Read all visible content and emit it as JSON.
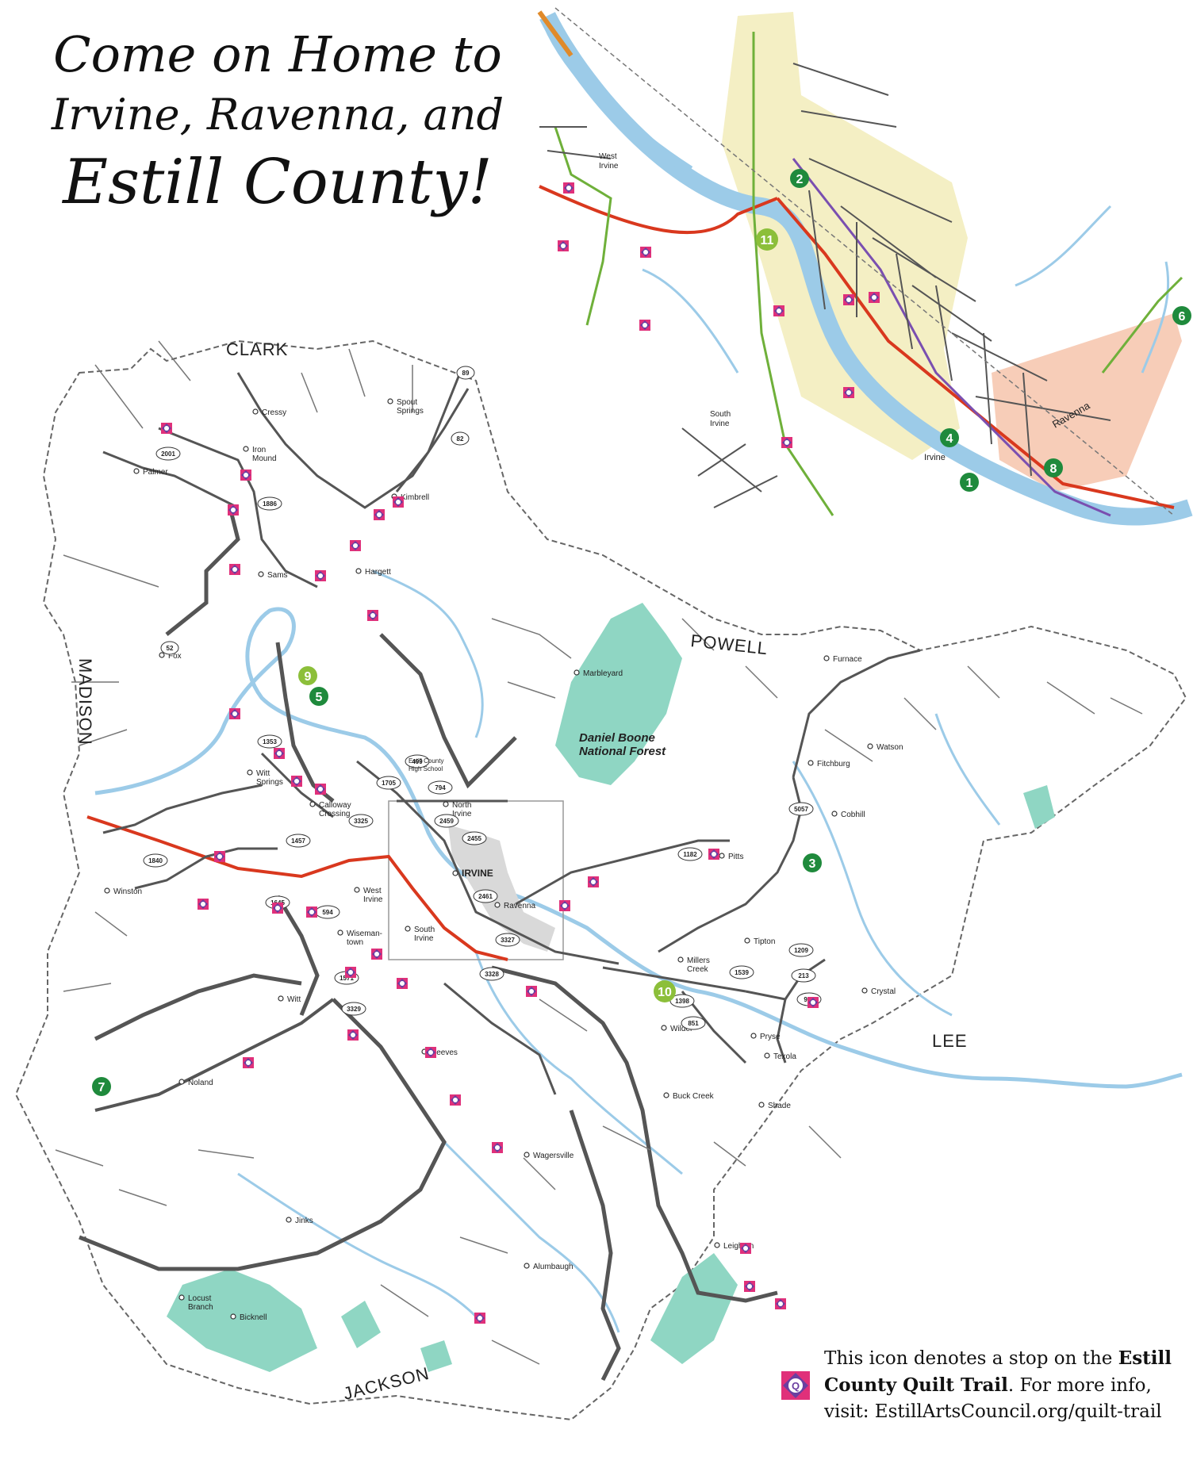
{
  "headline": {
    "line1": "Come on Home to",
    "line2": "Irvine, Ravenna, and",
    "line3": "Estill County!"
  },
  "counties": {
    "clark": "CLARK",
    "madison": "MADISON",
    "powell": "POWELL",
    "lee": "LEE",
    "jackson": "JACKSON"
  },
  "places": [
    {
      "id": "cressy",
      "name": "Cressy"
    },
    {
      "id": "iron-mound",
      "name": "Iron\nMound"
    },
    {
      "id": "palmer",
      "name": "Palmer"
    },
    {
      "id": "kimbrell",
      "name": "Kimbrell"
    },
    {
      "id": "spout-springs",
      "name": "Spout\nSprings"
    },
    {
      "id": "sams",
      "name": "Sams"
    },
    {
      "id": "hargett",
      "name": "Hargett"
    },
    {
      "id": "fox",
      "name": "Fox"
    },
    {
      "id": "marbleyard",
      "name": "Marbleyard"
    },
    {
      "id": "furnace",
      "name": "Furnace"
    },
    {
      "id": "watson",
      "name": "Watson"
    },
    {
      "id": "fitchburg",
      "name": "Fitchburg"
    },
    {
      "id": "cobhill",
      "name": "Cobhill"
    },
    {
      "id": "witt-springs",
      "name": "Witt\nSprings"
    },
    {
      "id": "calloway-crossing",
      "name": "Calloway\nCrossing"
    },
    {
      "id": "north-irvine",
      "name": "North\nIrvine"
    },
    {
      "id": "irvine",
      "name": "IRVINE"
    },
    {
      "id": "ravenna",
      "name": "Ravenna"
    },
    {
      "id": "pitts",
      "name": "Pitts"
    },
    {
      "id": "winston",
      "name": "Winston"
    },
    {
      "id": "west-irvine",
      "name": "West\nIrvine"
    },
    {
      "id": "wisemantown",
      "name": "Wiseman-\ntown"
    },
    {
      "id": "south-irvine",
      "name": "South\nIrvine"
    },
    {
      "id": "tipton",
      "name": "Tipton"
    },
    {
      "id": "millers-creek",
      "name": "Millers\nCreek"
    },
    {
      "id": "crystal",
      "name": "Crystal"
    },
    {
      "id": "witt",
      "name": "Witt"
    },
    {
      "id": "wilder",
      "name": "Wilder"
    },
    {
      "id": "pryse",
      "name": "Pryse"
    },
    {
      "id": "texola",
      "name": "Texola"
    },
    {
      "id": "reeves",
      "name": "Reeves"
    },
    {
      "id": "noland",
      "name": "Noland"
    },
    {
      "id": "buck-creek",
      "name": "Buck Creek"
    },
    {
      "id": "shade",
      "name": "Shade"
    },
    {
      "id": "wagersville",
      "name": "Wagersville"
    },
    {
      "id": "jinks",
      "name": "Jinks"
    },
    {
      "id": "leighton",
      "name": "Leighton"
    },
    {
      "id": "alumbaugh",
      "name": "Alumbaugh"
    },
    {
      "id": "locust-branch",
      "name": "Locust\nBranch"
    },
    {
      "id": "bicknell",
      "name": "Bicknell"
    }
  ],
  "forest": {
    "name": "Daniel Boone\nNational Forest"
  },
  "school": {
    "name": "Estill County\nHigh School"
  },
  "inset": {
    "west_irvine": "West\nIrvine",
    "south_irvine": "South\nIrvine",
    "irvine": "Irvine",
    "ravenna": "Ravenna"
  },
  "routes": [
    "89",
    "82",
    "2001",
    "1886",
    "52",
    "1353",
    "3325",
    "1457",
    "1840",
    "1705",
    "794",
    "499",
    "2459",
    "2455",
    "2461",
    "1645",
    "594",
    "3327",
    "3328",
    "1571",
    "3329",
    "851",
    "1398",
    "1539",
    "213",
    "975",
    "1182",
    "1209",
    "5057"
  ],
  "numbered_stops": [
    {
      "id": "stop-1",
      "label": "1",
      "shade": "dark"
    },
    {
      "id": "stop-2",
      "label": "2",
      "shade": "dark"
    },
    {
      "id": "stop-3",
      "label": "3",
      "shade": "dark"
    },
    {
      "id": "stop-4",
      "label": "4",
      "shade": "dark"
    },
    {
      "id": "stop-5",
      "label": "5",
      "shade": "dark"
    },
    {
      "id": "stop-6",
      "label": "6",
      "shade": "dark"
    },
    {
      "id": "stop-7",
      "label": "7",
      "shade": "dark"
    },
    {
      "id": "stop-8",
      "label": "8",
      "shade": "dark"
    },
    {
      "id": "stop-9",
      "label": "9",
      "shade": "light"
    },
    {
      "id": "stop-10",
      "label": "10",
      "shade": "light"
    },
    {
      "id": "stop-11",
      "label": "11",
      "shade": "light"
    }
  ],
  "legend": {
    "icon_letter": "Q",
    "text_before": "This icon denotes a stop on the ",
    "text_bold": "Estill County Quilt Trail",
    "text_after": ". For more info, visit: EstillArtsCouncil.org/quilt-trail"
  },
  "colors": {
    "river": "#9ccbe8",
    "forest": "#8fd6c3",
    "main_road": "#555555",
    "highway": "#d9381e",
    "irvine_zone": "#f4efc4",
    "ravenna_zone": "#f7cdb8",
    "stop_dark": "#1f8a3c",
    "stop_light": "#8cbf3a",
    "quilt_pink": "#e0307a",
    "quilt_purple": "#6a3fa0"
  }
}
